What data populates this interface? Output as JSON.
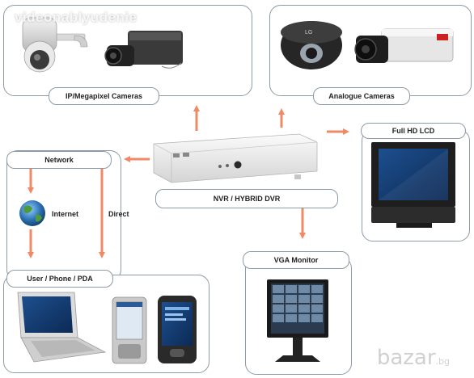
{
  "labels": {
    "ip_cameras": "IP/Megapixel Cameras",
    "analogue_cameras": "Analogue Cameras",
    "full_hd_lcd": "Full HD LCD",
    "network": "Network",
    "internet": "Internet",
    "direct": "Direct",
    "nvr": "NVR / HYBRID DVR",
    "vga_monitor": "VGA Monitor",
    "user_devices": "User / Phone / PDA"
  },
  "watermarks": {
    "top": "videonablyudenie",
    "bottom": "bazar",
    "bottom_suffix": ".bg"
  },
  "colors": {
    "arrow": "#f08a66",
    "border": "#8d9aa8"
  }
}
